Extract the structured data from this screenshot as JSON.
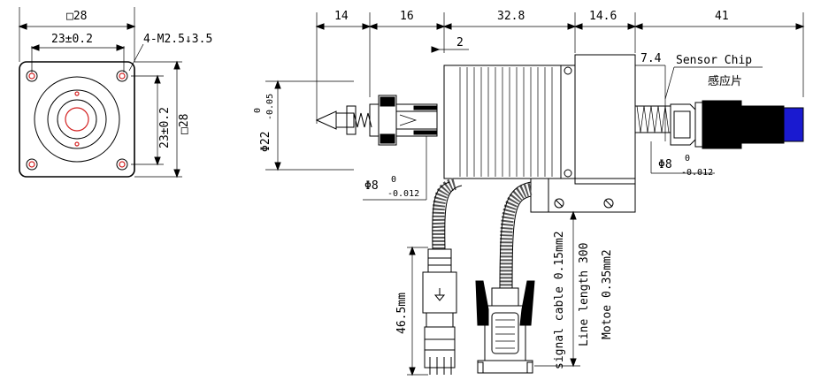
{
  "front_view": {
    "square_size": "□28",
    "hole_spacing_h": "23±0.2",
    "hole_spacing_v": "23±0.2",
    "mount_holes": "4-M2.5↓3.5",
    "side_square": "□28"
  },
  "side_view": {
    "dims": {
      "d14": "14",
      "d16": "16",
      "d32_8": "32.8",
      "d14_6": "14.6",
      "d41": "41",
      "d2": "2",
      "d7_4": "7.4",
      "d46_5": "46.5mm"
    },
    "shaft_dia": {
      "symbol": "Φ22",
      "tol_upper": "0",
      "tol_lower": "-0.05"
    },
    "shaft8_front": {
      "symbol": "Φ8",
      "tol_upper": "0",
      "tol_lower": "-0.012"
    },
    "shaft8_rear": {
      "symbol": "Φ8",
      "tol_upper": "0",
      "tol_lower": "-0.012"
    },
    "sensor_chip_en": "Sensor Chip",
    "sensor_chip_cn": "感应片",
    "signal_cable": "signal cable 0.15mm2",
    "line_length": "Line length 300",
    "motor_cable": "Motoe 0.35mm2"
  },
  "colors": {
    "accent_red": "#d32020",
    "connector_blue": "#1a1ad0"
  }
}
